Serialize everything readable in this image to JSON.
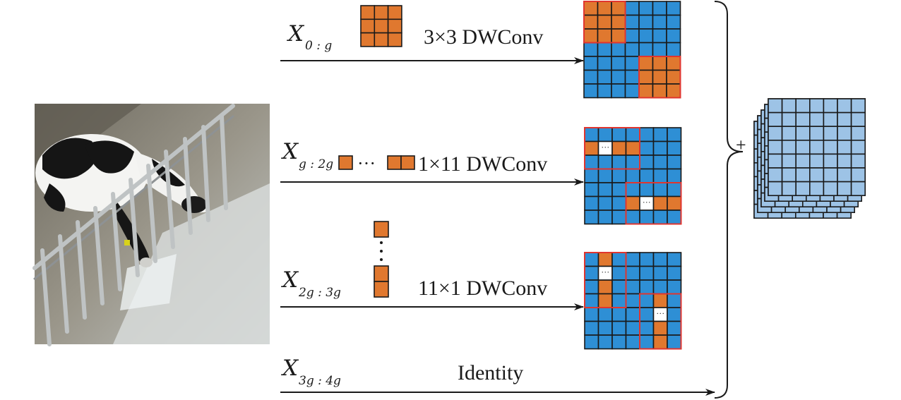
{
  "branches": [
    {
      "var": "X",
      "sub": "0 : g",
      "op": "3×3 DWConv"
    },
    {
      "var": "X",
      "sub": "g : 2g",
      "op": "1×11 DWConv"
    },
    {
      "var": "X",
      "sub": "2g : 3g",
      "op": "11×1 DWConv"
    },
    {
      "var": "X",
      "sub": "3g : 4g",
      "op": "Identity"
    }
  ],
  "ellipsis": "···",
  "cell_ellipsis": "···",
  "plus": "+",
  "colors": {
    "orange": "#E0782F",
    "blue": "#2E8FD5",
    "light_blue": "#9DC3E6",
    "border": "#1a1a1a",
    "highlight": "#E0352F"
  }
}
